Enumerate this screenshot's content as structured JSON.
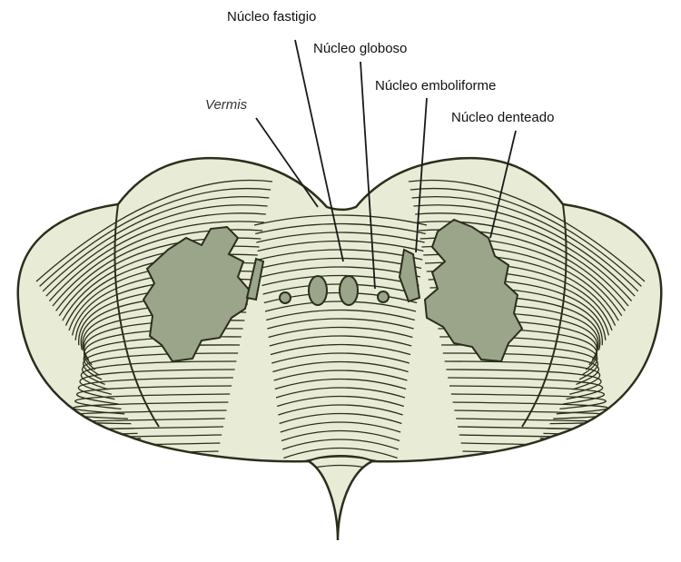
{
  "labels": {
    "fastigio": "Núcleo fastigio",
    "globoso": "Núcleo globoso",
    "emboliforme": "Núcleo emboliforme",
    "denteado": "Núcleo denteado",
    "vermis": "Vermis"
  },
  "colors": {
    "paper": "#ffffff",
    "tissue": "#e8ecd6",
    "line": "#2a2f1c",
    "nucleus": "#9aa58a"
  }
}
